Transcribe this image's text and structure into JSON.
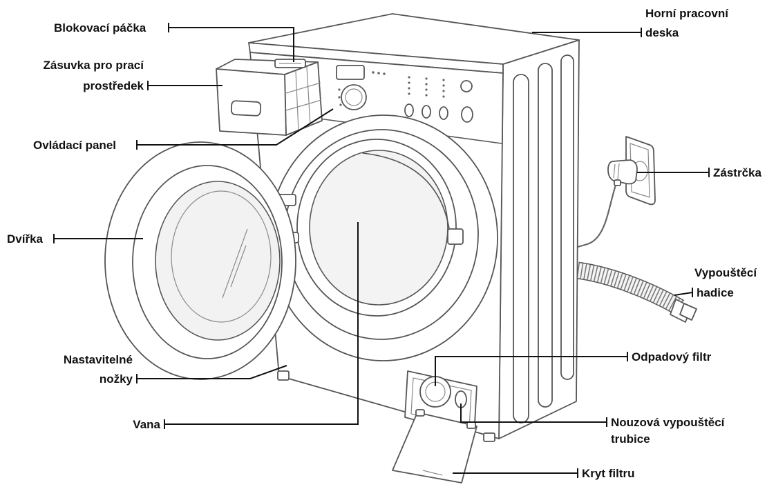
{
  "labels": {
    "locking_lever": "Blokovací páčka",
    "detergent_drawer": [
      "Zásuvka pro prací",
      "prostředek"
    ],
    "control_panel": "Ovládací panel",
    "door": "Dvířka",
    "adjustable_feet": [
      "Nastavitelné",
      "nožky"
    ],
    "tub": "Vana",
    "worktop": [
      "Horní pracovní",
      "deska"
    ],
    "plug": "Zástrčka",
    "drain_hose": [
      "Vypouštěcí",
      "hadice"
    ],
    "debris_filter": "Odpadový filtr",
    "emergency_drain_tube": [
      "Nouzová vypouštěcí",
      "trubice"
    ],
    "filter_cover": "Kryt filtru"
  },
  "colors": {
    "outline": "#555555",
    "leader": "#111111",
    "background": "#ffffff"
  }
}
